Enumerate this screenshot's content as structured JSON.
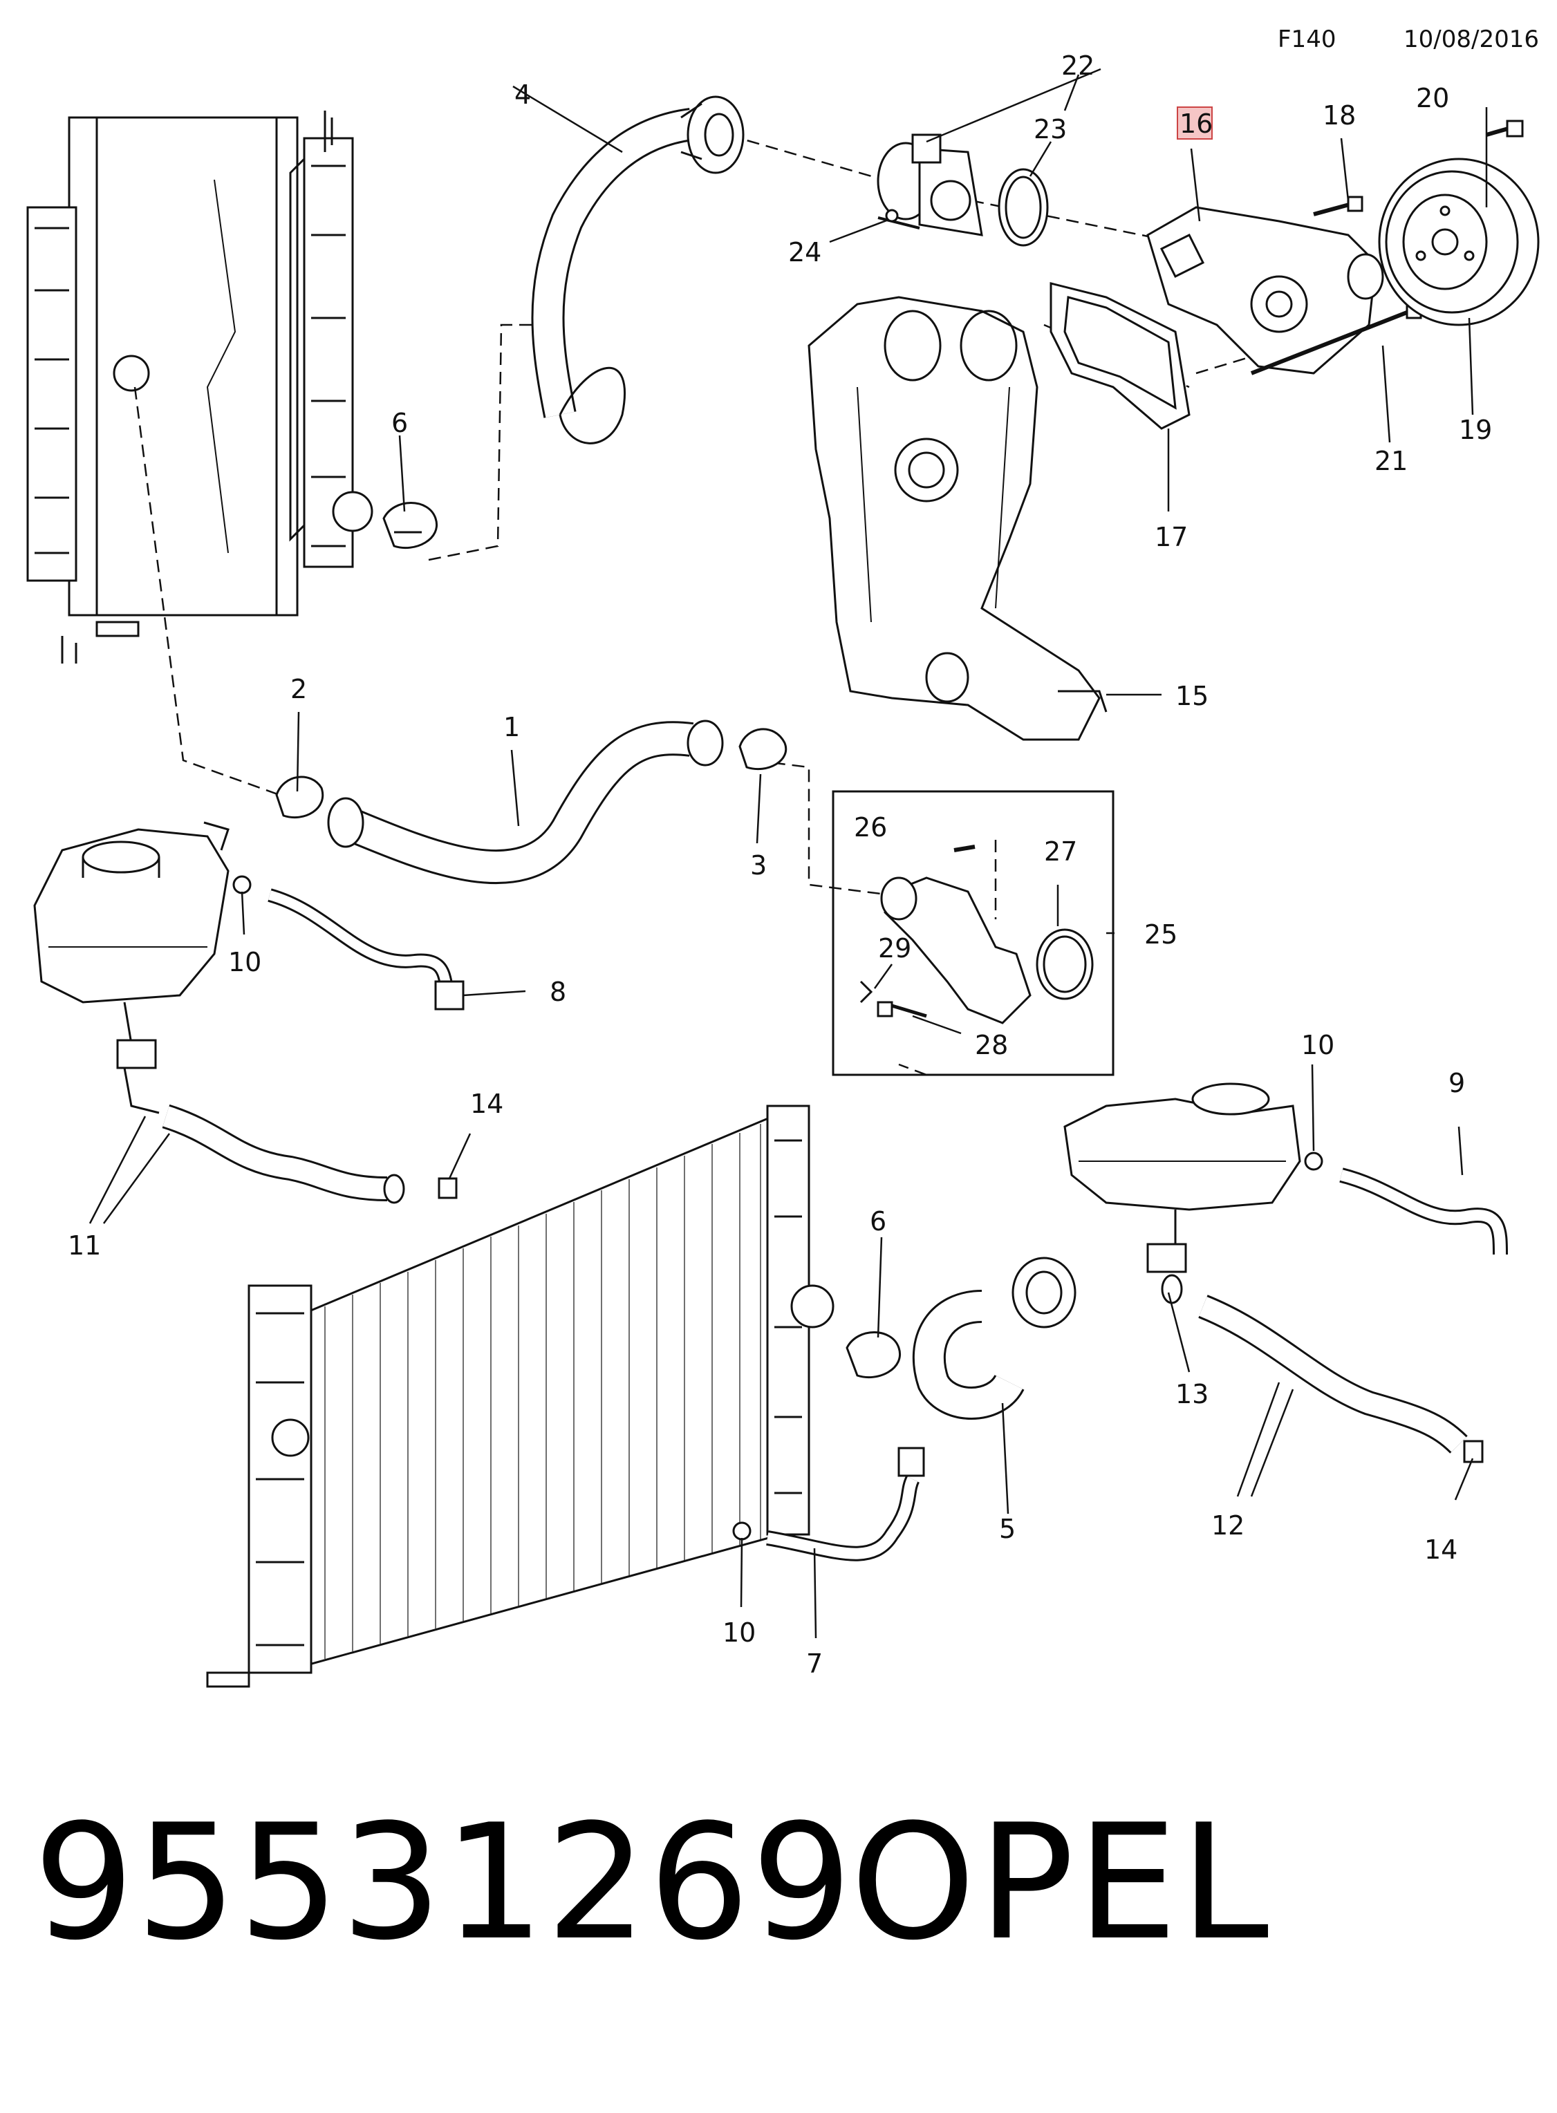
{
  "header": {
    "code": "F140",
    "date": "10/08/2016"
  },
  "callouts": {
    "c1": "1",
    "c2": "2",
    "c3": "3",
    "c4": "4",
    "c5": "5",
    "c6a": "6",
    "c6b": "6",
    "c7": "7",
    "c8": "8",
    "c9": "9",
    "c10a": "10",
    "c10b": "10",
    "c10c": "10",
    "c11": "11",
    "c12": "12",
    "c13": "13",
    "c14a": "14",
    "c14b": "14",
    "c15": "15",
    "c16": "16",
    "c17": "17",
    "c18": "18",
    "c19": "19",
    "c20": "20",
    "c21": "21",
    "c22": "22",
    "c23": "23",
    "c24": "24",
    "c25": "25",
    "c26": "26",
    "c27": "27",
    "c28": "28",
    "c29": "29"
  },
  "highlight_color": "#f5c6c6",
  "footer": {
    "part_number": "95531269",
    "brand": "OPEL"
  }
}
